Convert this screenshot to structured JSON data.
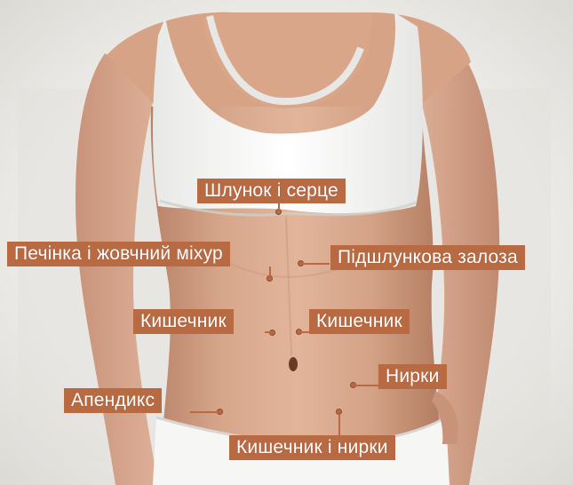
{
  "labels": {
    "stomach_heart": "Шлунок і серце",
    "liver_gallbladder": "Печінка і жовчний міхур",
    "pancreas": "Підшлункова залоза",
    "intestine_left": "Кишечник",
    "intestine_right": "Кишечник",
    "kidneys": "Нирки",
    "appendix": "Апендикс",
    "intestine_kidneys": "Кишечник і нирки"
  },
  "colors": {
    "label_background": "#b86a43",
    "label_text": "#ffffff",
    "skin": "#d9a98e",
    "top_garment": "#fbfbfa"
  }
}
